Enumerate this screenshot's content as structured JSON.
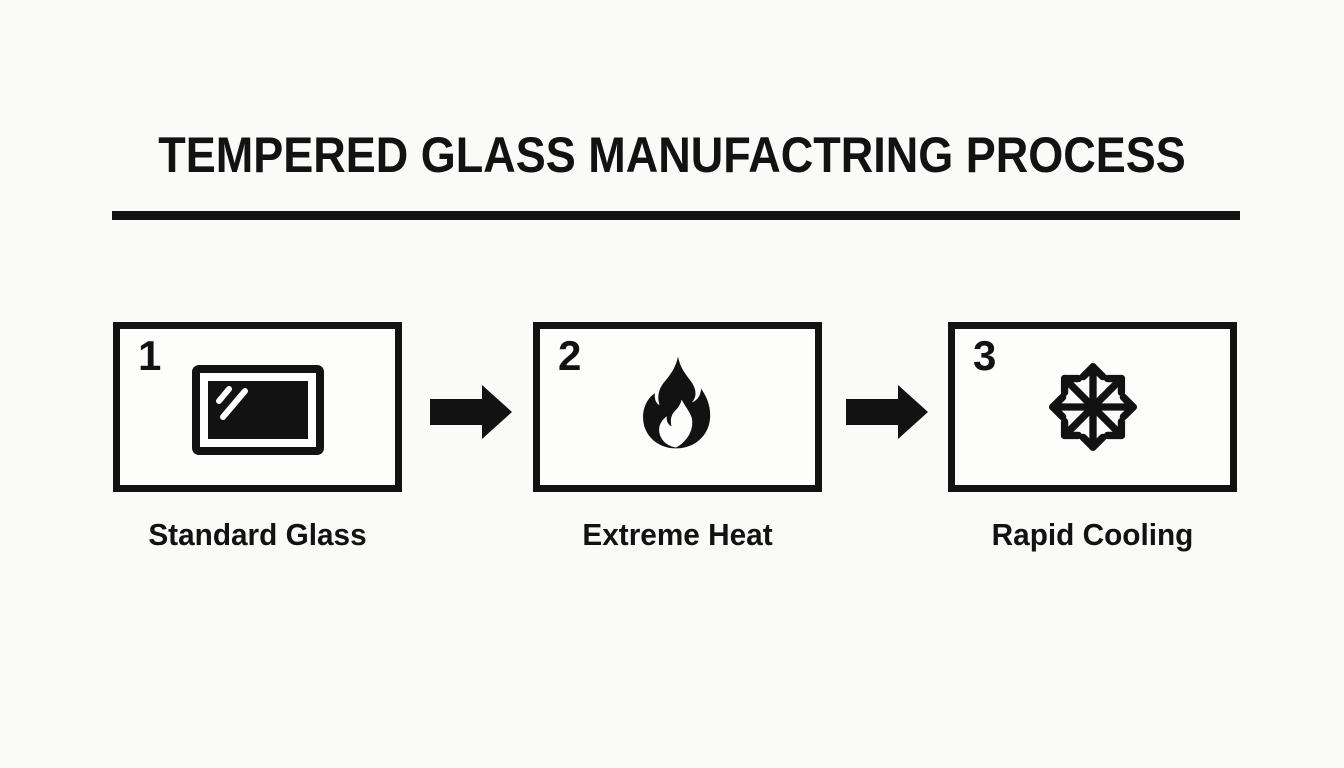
{
  "colors": {
    "ink": "#121212",
    "background": "#fafaf8",
    "box_fill": "#fdfdfc"
  },
  "title": {
    "text": "TEMPERED GLASS MANUFACTRING PROCESS"
  },
  "steps": [
    {
      "number": "1",
      "label": "Standard Glass",
      "icon": "glass-pane-icon"
    },
    {
      "number": "2",
      "label": "Extreme Heat",
      "icon": "flame-icon"
    },
    {
      "number": "3",
      "label": "Rapid Cooling",
      "icon": "snowflake-icon"
    }
  ],
  "connectors": [
    {
      "icon": "arrow-right-icon"
    },
    {
      "icon": "arrow-right-icon"
    }
  ]
}
